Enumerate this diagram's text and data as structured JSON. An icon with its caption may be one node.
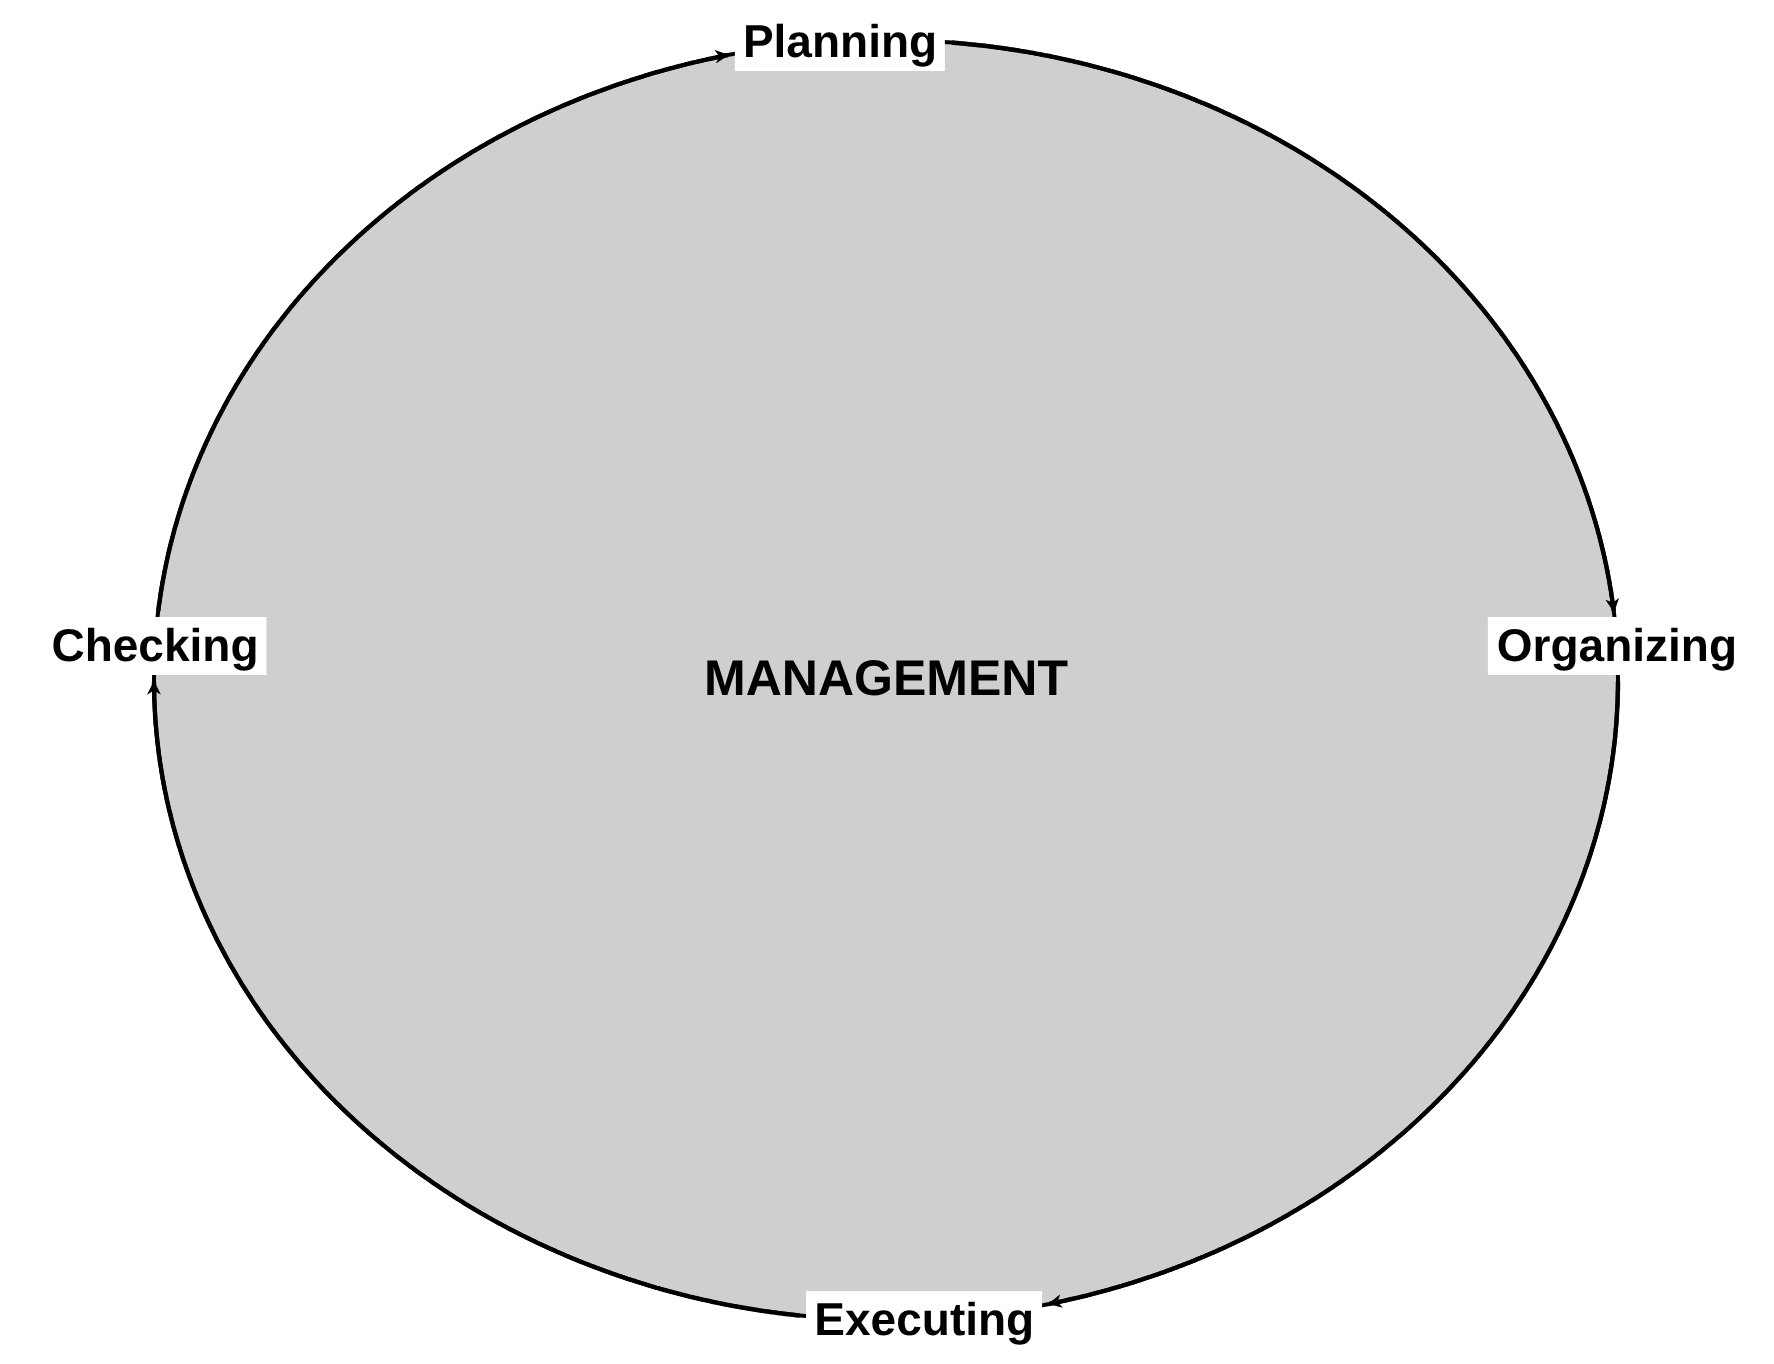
{
  "diagram": {
    "nodes": [
      {
        "text": [
          "MANAGEMENT"
        ]
      },
      {
        "text": [
          "Planning"
        ]
      },
      {
        "text": [
          "Organizing"
        ]
      },
      {
        "text": [
          "Executing"
        ]
      },
      {
        "text": [
          "Checking"
        ]
      }
    ],
    "edges": [
      {
        "from": 4,
        "to": 1,
        "arrow": "to"
      },
      {
        "from": 1,
        "to": 2,
        "arrow": "to"
      },
      {
        "from": 2,
        "to": 3,
        "arrow": "to"
      },
      {
        "from": 3,
        "to": 4,
        "arrow": "to"
      }
    ]
  }
}
